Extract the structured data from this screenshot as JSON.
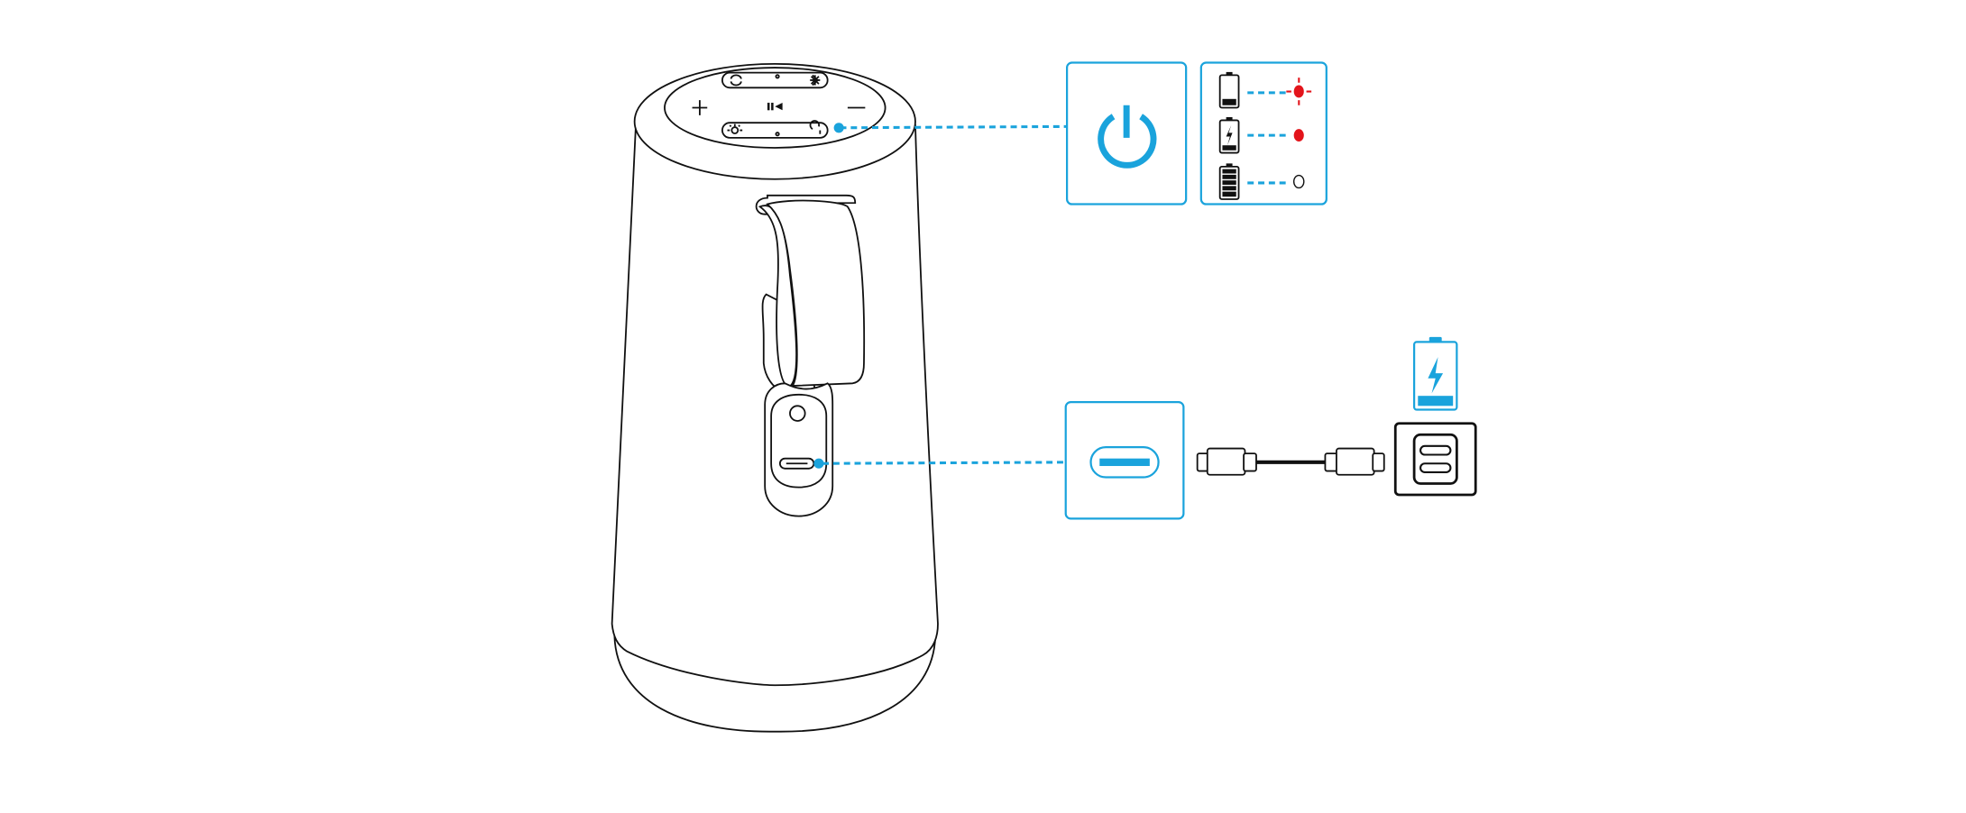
{
  "colors": {
    "accent": "#1aa3dc",
    "led_red": "#e3141b",
    "line": "#111111",
    "background": "#ffffff"
  },
  "speaker": {
    "top_controls": [
      "color-cycle-icon",
      "bluetooth-icon",
      "volume-up-icon",
      "play-pause-icon",
      "volume-down-icon",
      "light-icon",
      "power-icon"
    ]
  },
  "callouts": {
    "power": {
      "icon": "power-icon"
    },
    "battery_indicator": [
      {
        "battery": "battery-low-icon",
        "led": "red-flashing"
      },
      {
        "battery": "battery-charging-icon",
        "led": "red-solid"
      },
      {
        "battery": "battery-full-icon",
        "led": "off"
      }
    ],
    "usb_port": {
      "icon": "usb-c-port-icon"
    },
    "charging": {
      "cable": "usb-c-cable-icon",
      "adapter": "usb-c-wall-adapter-icon",
      "status": "battery-charging-icon"
    }
  }
}
